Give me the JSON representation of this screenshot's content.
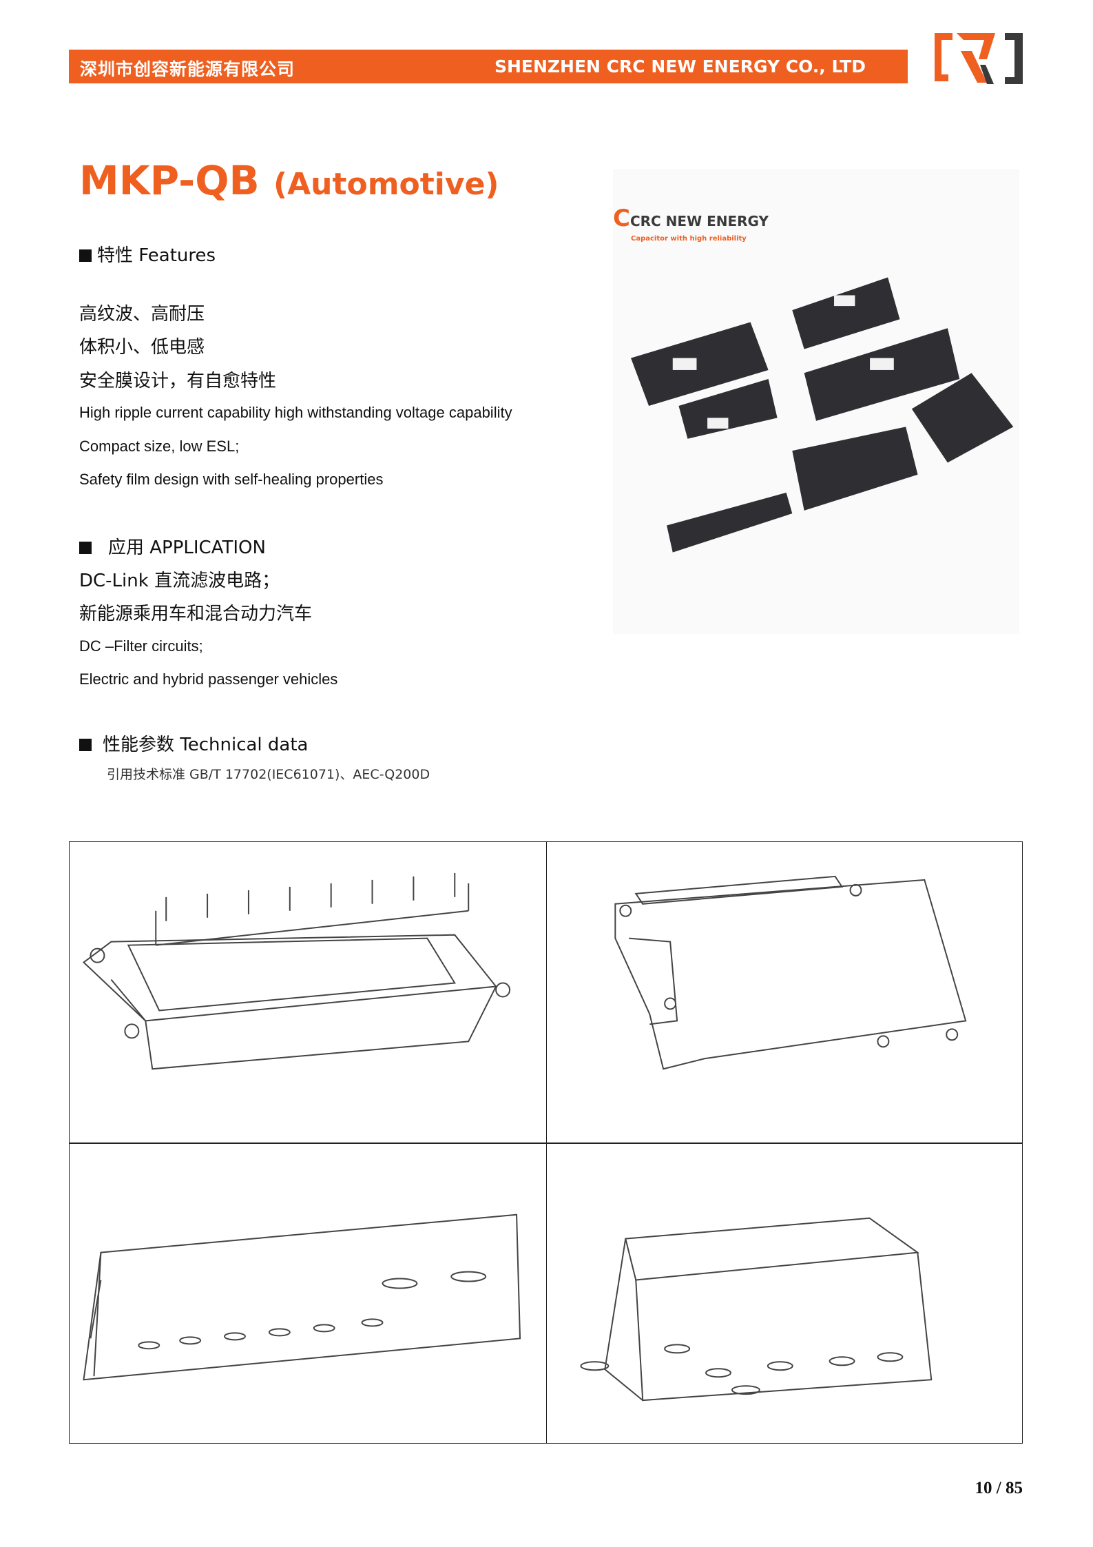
{
  "header": {
    "company_cn": "深圳市创容新能源有限公司",
    "company_en": "SHENZHEN CRC NEW ENERGY CO., LTD"
  },
  "logo": {
    "brand": "CRC NEW ENERGY",
    "tagline": "Capacitor with high reliability"
  },
  "title": {
    "model": "MKP-QB",
    "variant": "(Automotive)"
  },
  "features": {
    "heading": "特性 Features",
    "items": [
      "高纹波、高耐压",
      "体积小、低电感",
      "安全膜设计，有自愈特性",
      "High ripple current capability high withstanding voltage capability",
      "Compact size, low ESL;",
      "Safety film design with self-healing properties"
    ]
  },
  "application": {
    "heading": "应用  APPLICATION",
    "items": [
      "DC-Link  直流滤波电路；",
      "新能源乘用车和混合动力汽车",
      "DC –Filter circuits;",
      "Electric and hybrid passenger vehicles"
    ]
  },
  "technical": {
    "heading": "性能参数 Technical data",
    "standard": "引用技术标准 GB/T 17702(IEC61071)、AEC-Q200D"
  },
  "page": {
    "number": "10 / 85"
  },
  "colors": {
    "accent": "#ee5f20",
    "dark": "#3a3a3a"
  }
}
